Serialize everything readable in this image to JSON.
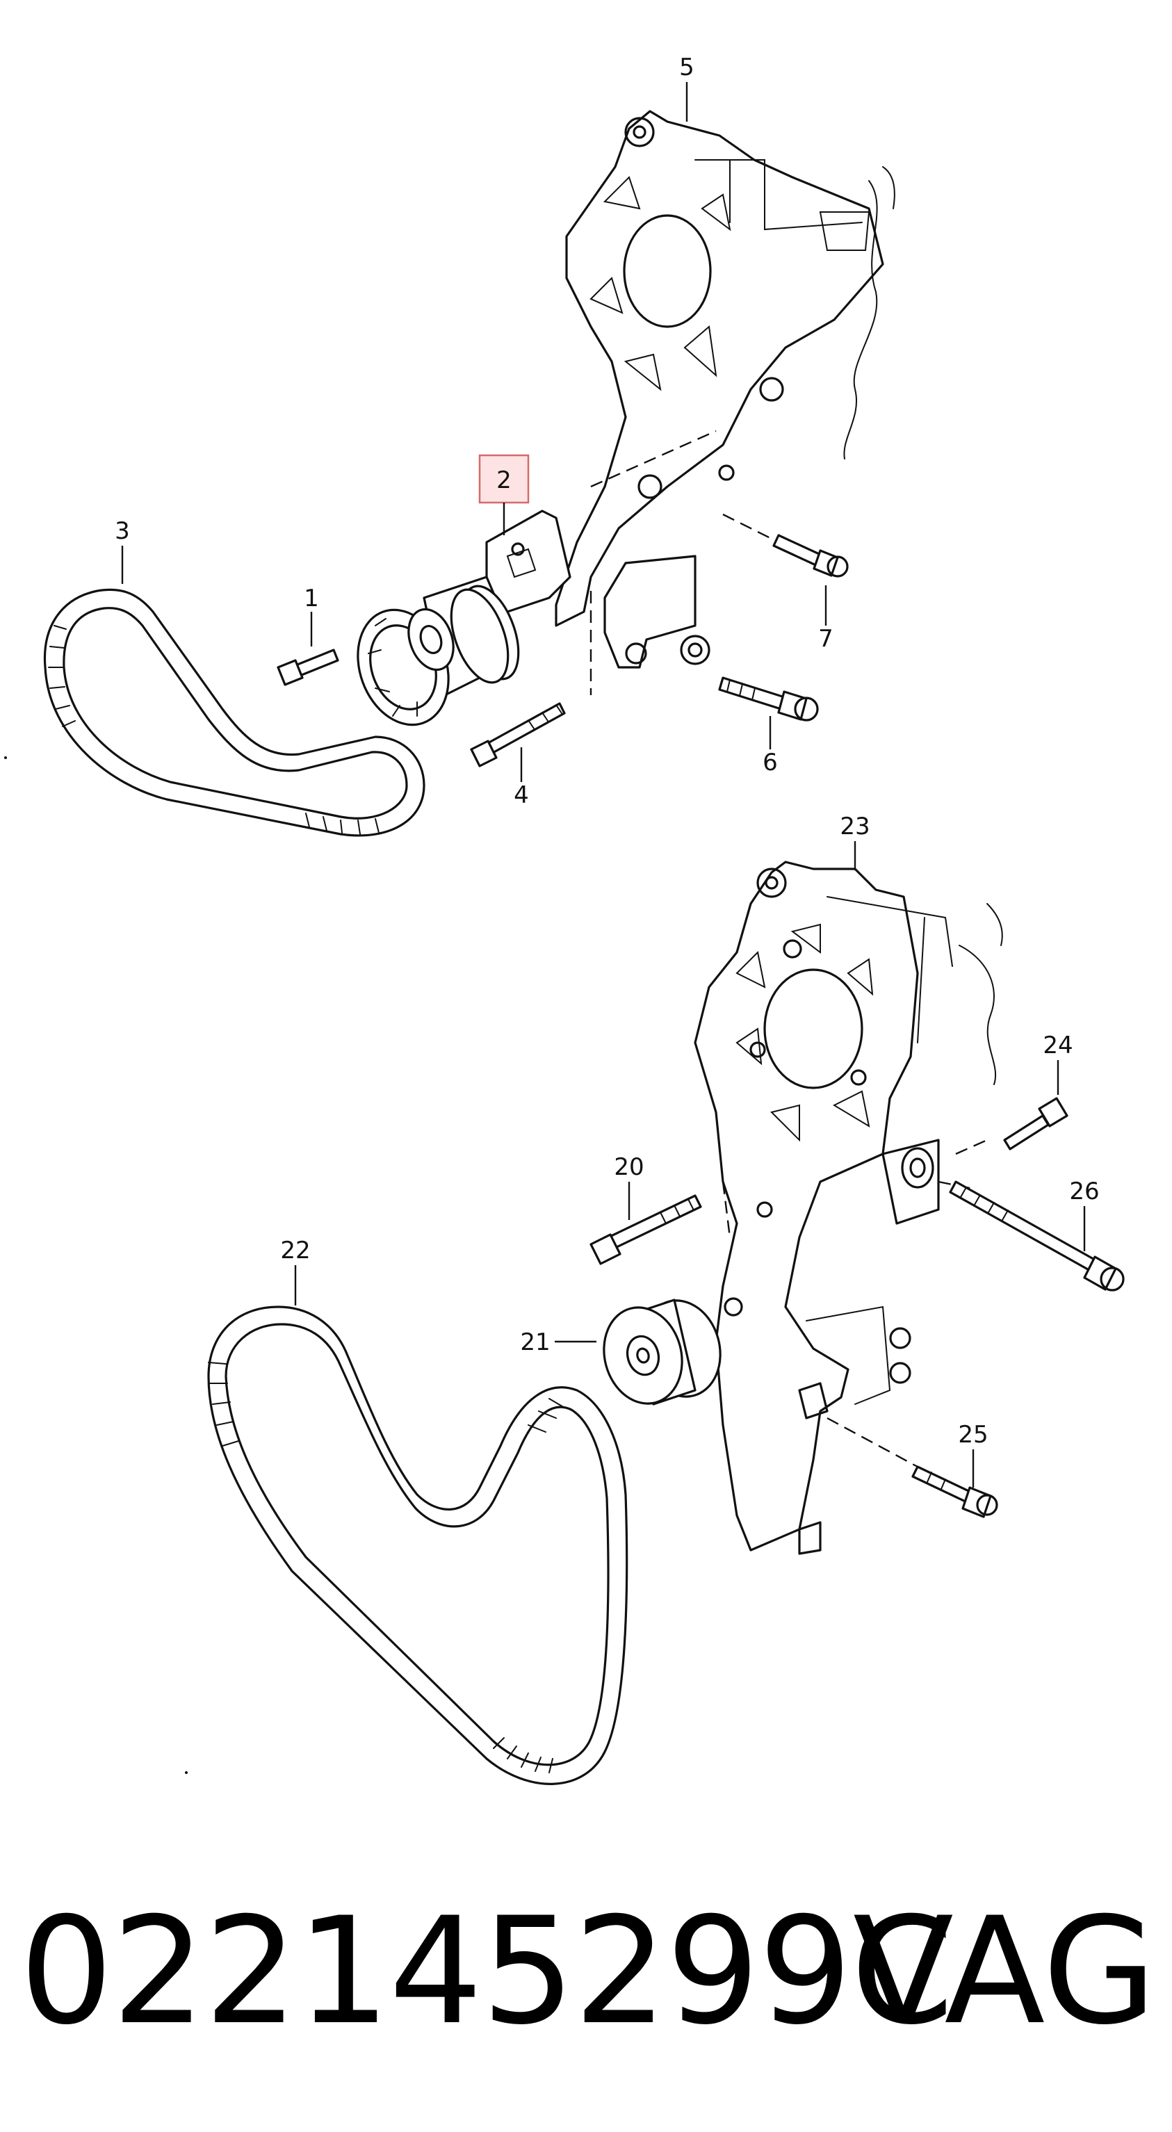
{
  "callouts": {
    "c1": "1",
    "c2": "2",
    "c3": "3",
    "c4": "4",
    "c5": "5",
    "c6": "6",
    "c7": "7",
    "c20": "20",
    "c21": "21",
    "c22": "22",
    "c23": "23",
    "c24": "24",
    "c25": "25",
    "c26": "26"
  },
  "highlighted_callout": "2",
  "colors": {
    "highlight_fill": "#fde3e3",
    "highlight_stroke": "#d46b6b",
    "line": "#111111"
  },
  "footer": {
    "part_number": "022145299C",
    "brand": "VAG"
  }
}
